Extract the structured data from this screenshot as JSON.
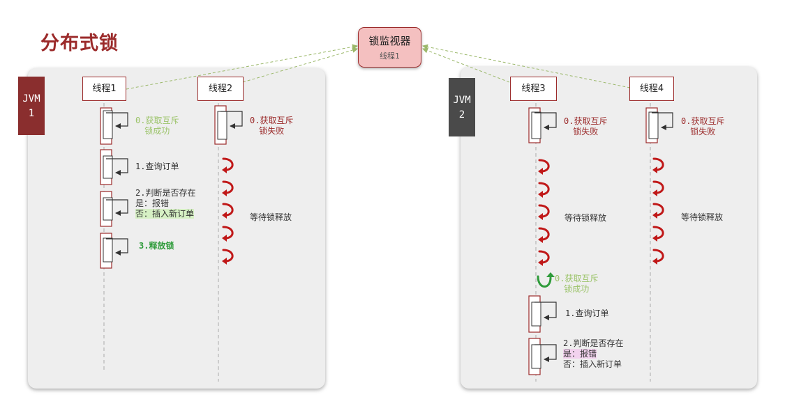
{
  "title": "分布式锁",
  "monitor": {
    "title": "锁监视器",
    "owner": "线程1"
  },
  "jvms": [
    {
      "label_line1": "JVM",
      "label_line2": "1"
    },
    {
      "label_line1": "JVM",
      "label_line2": "2"
    }
  ],
  "threads": [
    "线程1",
    "线程2",
    "线程3",
    "线程4"
  ],
  "steps": {
    "t1_acquire": [
      "0.获取互斥",
      "锁成功"
    ],
    "t1_query": "1.查询订单",
    "t1_check": [
      "2.判断是否存在",
      "是：报错",
      "否：插入新订单"
    ],
    "t1_release": "3.释放锁",
    "t2_acquire": [
      "0.获取互斥",
      "锁失败"
    ],
    "t2_wait": "等待锁释放",
    "t3_acquire": [
      "0.获取互斥",
      "锁失败"
    ],
    "t3_wait": "等待锁释放",
    "t3_acquire_ok": [
      "0.获取互斥",
      "锁成功"
    ],
    "t3_query": "1.查询订单",
    "t3_check": [
      "2.判断是否存在",
      "是：报错",
      "否：插入新订单"
    ],
    "t4_acquire": [
      "0.获取互斥",
      "锁失败"
    ],
    "t4_wait": "等待锁释放"
  },
  "colors": {
    "accent": "#9b2a2a",
    "success": "#9cc46a",
    "release": "#2e9b3a",
    "wait_arrow": "#c01818",
    "wait_ok_arrow": "#2e9b3a"
  }
}
